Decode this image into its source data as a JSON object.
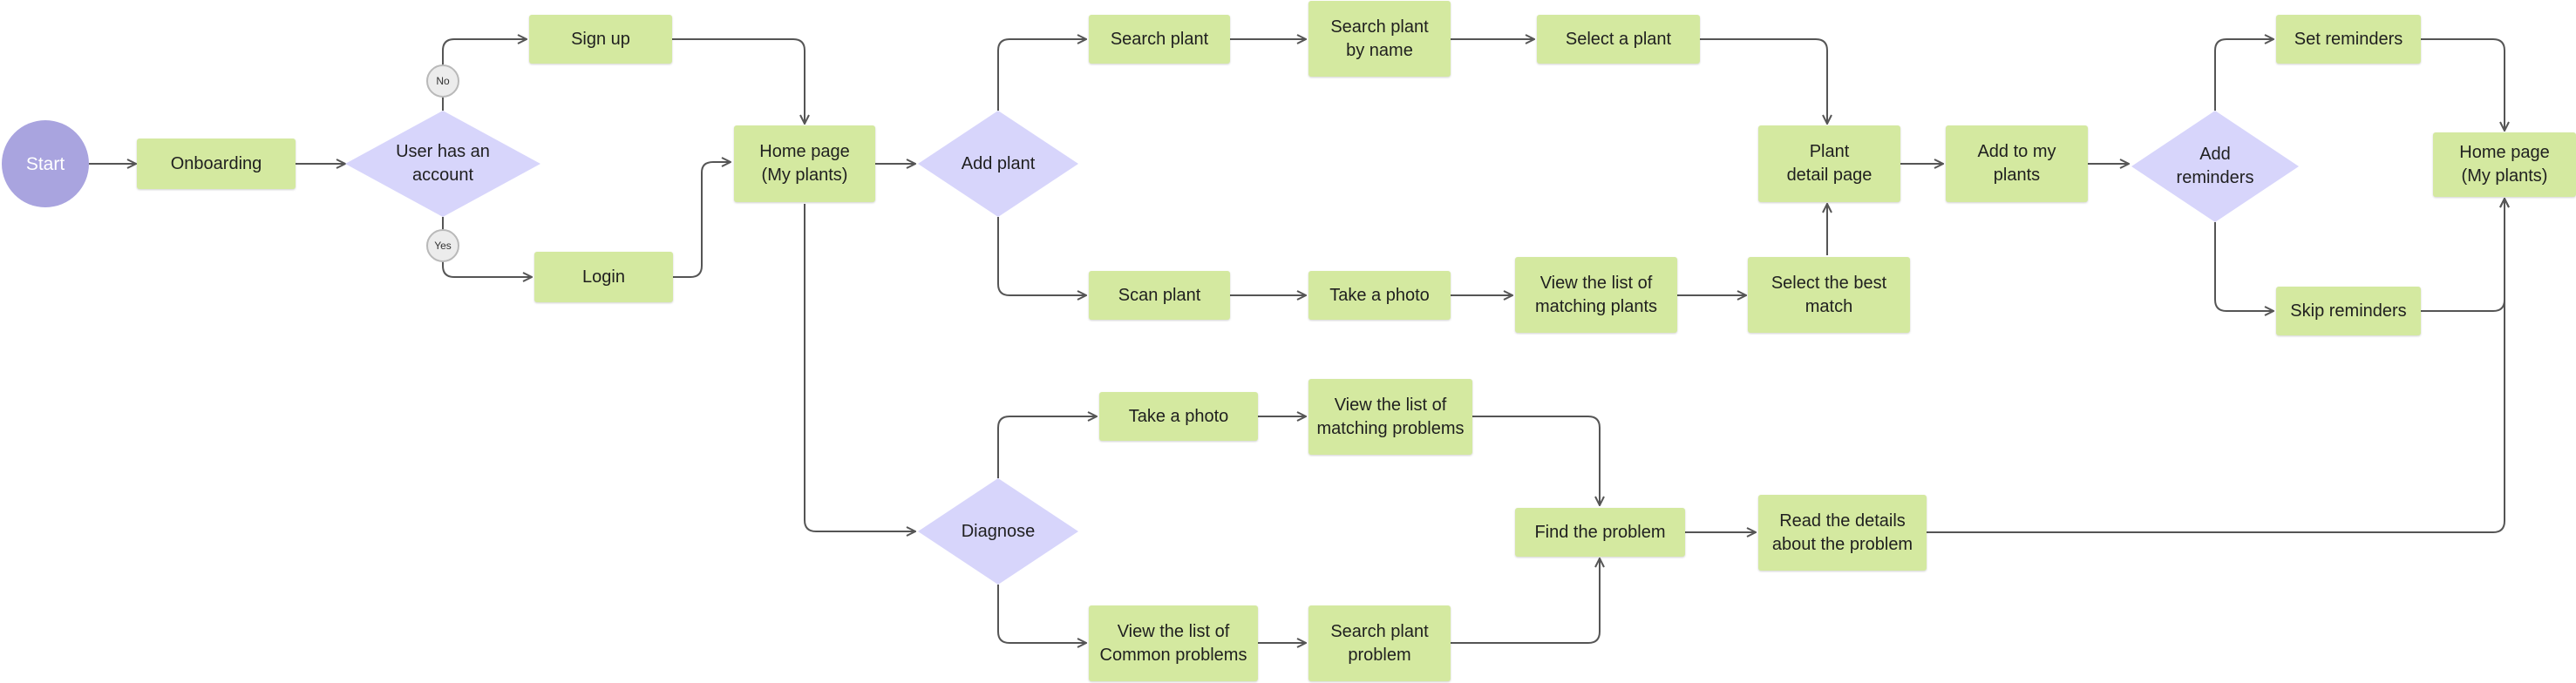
{
  "colors": {
    "box": "#d4e9a0",
    "decision": "#d7d5fb",
    "start": "#a9a4df",
    "line": "#555555",
    "badge": "#ececec"
  },
  "nodes": {
    "start": "Start",
    "onboarding": "Onboarding",
    "user_has_account": "User has an\naccount",
    "sign_up": "Sign up",
    "login": "Login",
    "home_page": "Home page\n(My plants)",
    "add_plant": "Add plant",
    "search_plant": "Search plant",
    "search_plant_by_name": "Search plant\nby name",
    "select_a_plant": "Select a plant",
    "scan_plant": "Scan plant",
    "take_a_photo_scan": "Take a photo",
    "view_matching_plants": "View the list of\nmatching plants",
    "select_best_match": "Select the best\nmatch",
    "plant_detail_page": "Plant\ndetail page",
    "add_to_my_plants": "Add to my\nplants",
    "add_reminders": "Add\nreminders",
    "set_reminders": "Set reminders",
    "skip_reminders": "Skip reminders",
    "home_page_end": "Home page\n(My plants)",
    "diagnose": "Diagnose",
    "take_a_photo_diagnose": "Take a photo",
    "view_matching_problems": "View the list of\nmatching problems",
    "view_common_problems": "View the list of\nCommon problems",
    "search_plant_problem": "Search plant\nproblem",
    "find_the_problem": "Find the problem",
    "read_details": "Read the details\nabout the problem"
  },
  "branch_labels": {
    "no": "No",
    "yes": "Yes"
  }
}
